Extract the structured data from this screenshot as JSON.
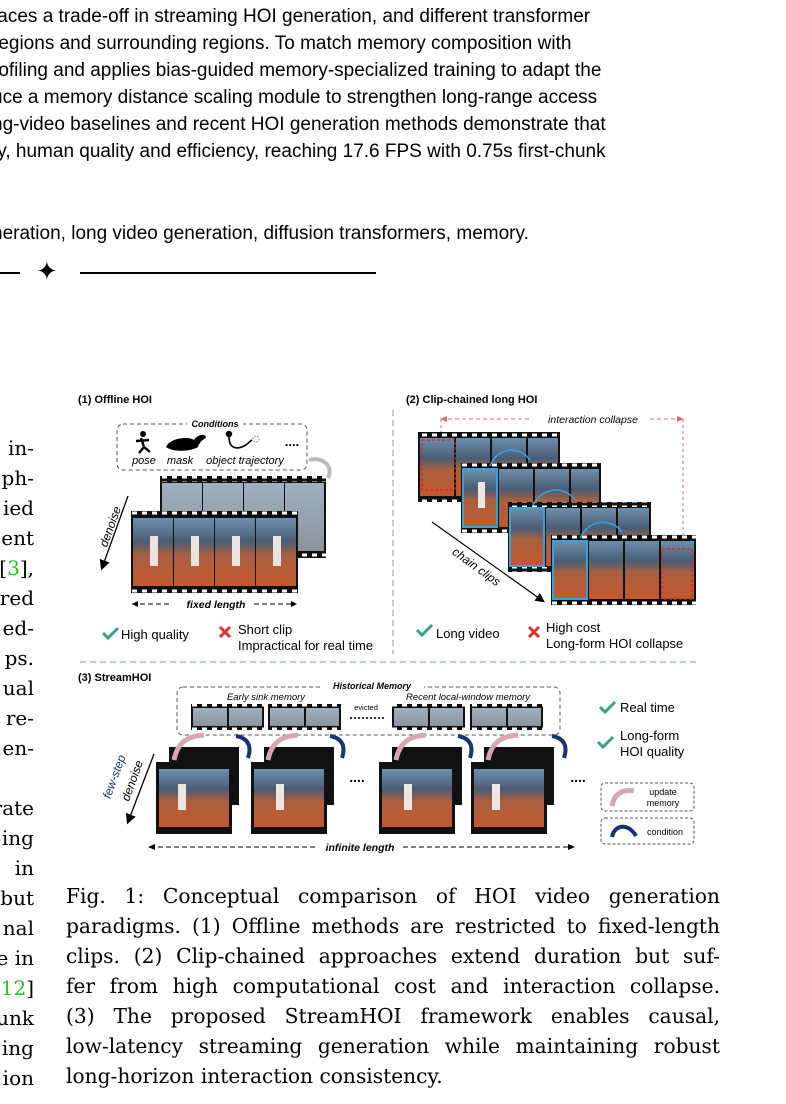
{
  "abstract_lines": [
    "faces a trade-off in streaming HOI generation, and different transformer",
    "regions and surrounding regions. To match memory composition with",
    "rofiling and applies bias-guided memory-specialized training to adapt the",
    "uce a memory distance scaling module to strengthen long-range access",
    "ng-video baselines and recent HOI generation methods demonstrate that",
    "ty, human quality and efficiency, reaching 17.6 FPS with 0.75s first-chunk"
  ],
  "keywords_line": "neration, long video generation, diffusion transformers, memory.",
  "left_column_fragments": [
    "in-",
    "ph-",
    "ied",
    "ent",
    "[3],",
    "red",
    "ed-",
    "ps.",
    "ual",
    "re-",
    "en-",
    "",
    "rate",
    "ing",
    "in",
    "but",
    "nal",
    "e in",
    "12]",
    "unk",
    "ing",
    "ion"
  ],
  "figure": {
    "panel1": {
      "title": "(1) Offline HOI",
      "conditions_label": "Conditions",
      "cond_pose": "pose",
      "cond_mask": "mask",
      "cond_traj": "object trajectory",
      "cond_more": "....",
      "denoise": "denoise",
      "fixed_length": "fixed length",
      "pro": "High quality",
      "con1": "Short clip",
      "con2": "Impractical for real time"
    },
    "panel2": {
      "title": "(2) Clip-chained long HOI",
      "collapse": "interaction collapse",
      "chain": "chain clips",
      "pro": "Long video",
      "con1": "High cost",
      "con2": "Long-form HOI collapse"
    },
    "panel3": {
      "title": "(3) StreamHOI",
      "hist_memory": "Historical Memory",
      "early_sink": "Early sink memory",
      "recent_local": "Recent local-window memory",
      "evicted": "evicted",
      "few_step": "few-step",
      "denoise": "denoise",
      "dots": "....",
      "infinite": "infinite length",
      "pro1": "Real time",
      "pro2a": "Long-form",
      "pro2b": "HOI quality",
      "legend_update_a": "update",
      "legend_update_b": "memory",
      "legend_condition": "condition"
    },
    "colors": {
      "check": "#3aa08a",
      "cross": "#d9352c",
      "blue_dash": "#7e9ab8",
      "red_dash": "#e46a6a",
      "pink_arrow": "#d7a8b3",
      "navy_arrow": "#1b3270",
      "blue_frame": "#35a3dc"
    }
  },
  "caption_lines": [
    "Fig. 1: Conceptual comparison of HOI video generation",
    "paradigms. (1) Offline methods are restricted to fixed-length",
    "clips. (2) Clip-chained approaches extend duration but suf-",
    "fer from high computational cost and interaction collapse.",
    "(3) The proposed StreamHOI framework enables causal,",
    "low-latency streaming generation while maintaining robust",
    "long-horizon interaction consistency."
  ]
}
